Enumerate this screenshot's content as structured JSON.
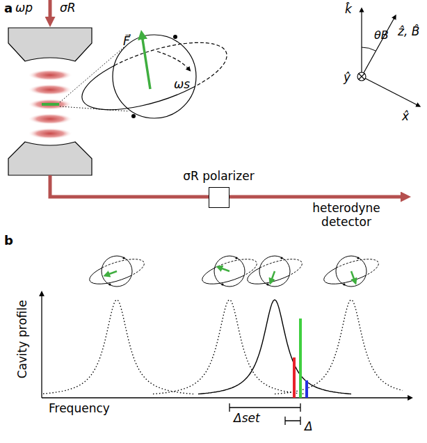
{
  "diagram": {
    "nodes": [
      {
        "text": [
          "σR polarizer"
        ]
      }
    ],
    "labels": [
      "a",
      "b",
      "ωp",
      "σR",
      "F⃗",
      "ωs",
      "k̂",
      "ẑ, B̂",
      "θB",
      "ŷ",
      "x̂",
      "heterodyne detector",
      "Cavity profile",
      "Frequency",
      "Δset",
      "Δ"
    ]
  }
}
